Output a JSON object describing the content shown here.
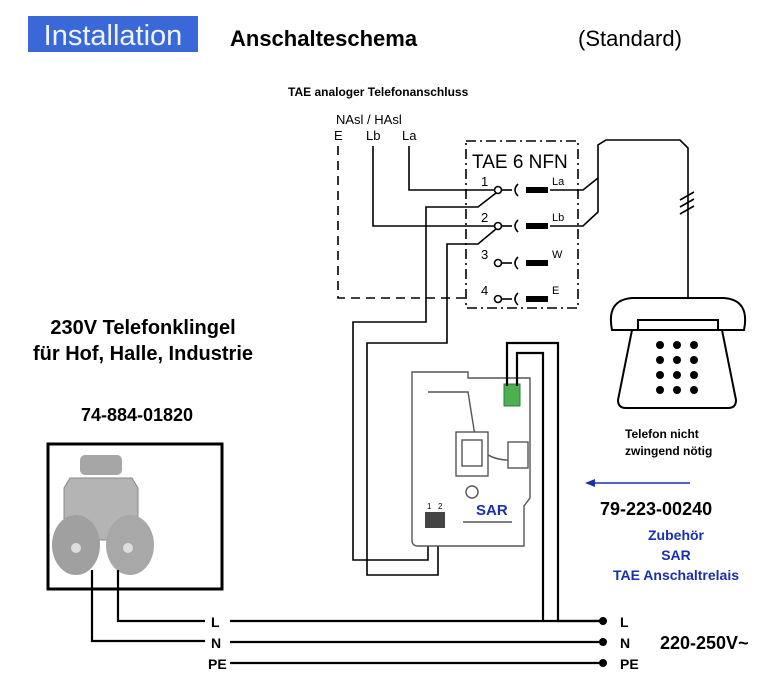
{
  "header": {
    "badge": "Installation",
    "title": "Anschalteschema",
    "variant": "(Standard)"
  },
  "tae": {
    "heading": "TAE analoger Telefonanschluss",
    "line_label": "NAsl / HAsl",
    "line_terminals": [
      "E",
      "Lb",
      "La"
    ],
    "box_label": "TAE 6 NFN",
    "pins": [
      {
        "num": "1",
        "label": "La"
      },
      {
        "num": "2",
        "label": "Lb"
      },
      {
        "num": "3",
        "label": "W"
      },
      {
        "num": "4",
        "label": "E"
      }
    ]
  },
  "bell": {
    "title_line1": "230V Telefonklingel",
    "title_line2": "für Hof, Halle, Industrie",
    "part_number": "74-884-01820"
  },
  "phone": {
    "note_line1": "Telefon nicht",
    "note_line2": "zwingend nötig"
  },
  "relay": {
    "device_label": "SAR",
    "part_number": "79-223-00240",
    "desc_line1": "Zubehör",
    "desc_line2": "SAR",
    "desc_line3": "TAE Anschaltrelais",
    "terminal_nums": [
      "1",
      "2"
    ]
  },
  "mains": {
    "left_labels": [
      "L",
      "N",
      "PE"
    ],
    "right_labels": [
      "L",
      "N",
      "PE"
    ],
    "voltage": "220-250V~"
  },
  "colors": {
    "badge_bg": "#3a68d8",
    "badge_text": "#f0f4ff",
    "accent_blue": "#1a2fb0",
    "terminal_green": "#4caf50"
  }
}
